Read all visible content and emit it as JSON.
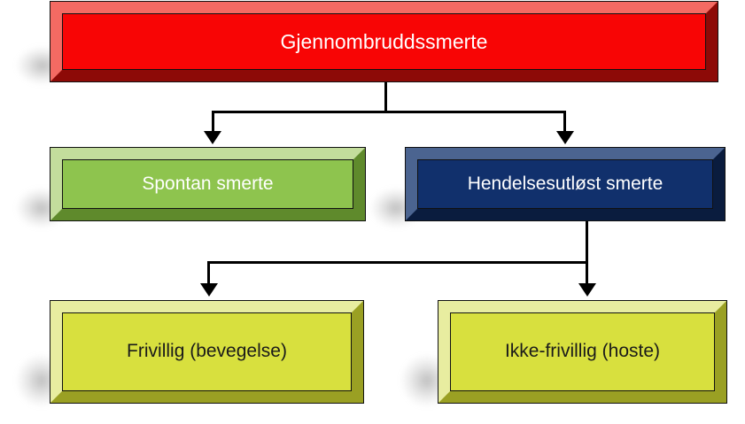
{
  "diagram": {
    "title_text": "Gjennombruddssmerte",
    "nodes": [
      {
        "id": "gjennombruddssmerte",
        "label": "Gjennombruddssmerte",
        "color": "#f80505",
        "text_color": "#ffffff",
        "level": 1
      },
      {
        "id": "spontan-smerte",
        "label": "Spontan smerte",
        "color": "#8ec44e",
        "text_color": "#ffffff",
        "level": 2
      },
      {
        "id": "hendelsesutlost-smerte",
        "label": "Hendelsesutløst smerte",
        "color": "#11306c",
        "text_color": "#ffffff",
        "level": 2
      },
      {
        "id": "frivillig-bevegelse",
        "label": "Frivillig (bevegelse)",
        "color": "#d8e03e",
        "text_color": "#1a1a1a",
        "level": 3
      },
      {
        "id": "ikke-frivillig-hoste",
        "label": "Ikke-frivillig (hoste)",
        "color": "#d8e03e",
        "text_color": "#1a1a1a",
        "level": 3
      }
    ],
    "connectors": [
      {
        "from": "gjennombruddssmerte",
        "to": "spontan-smerte",
        "arrow": "down"
      },
      {
        "from": "gjennombruddssmerte",
        "to": "hendelsesutlost-smerte",
        "arrow": "down"
      },
      {
        "from": "hendelsesutlost-smerte",
        "to": "frivillig-bevegelse",
        "arrow": "down"
      },
      {
        "from": "hendelsesutlost-smerte",
        "to": "ikke-frivillig-hoste",
        "arrow": "down"
      }
    ]
  }
}
